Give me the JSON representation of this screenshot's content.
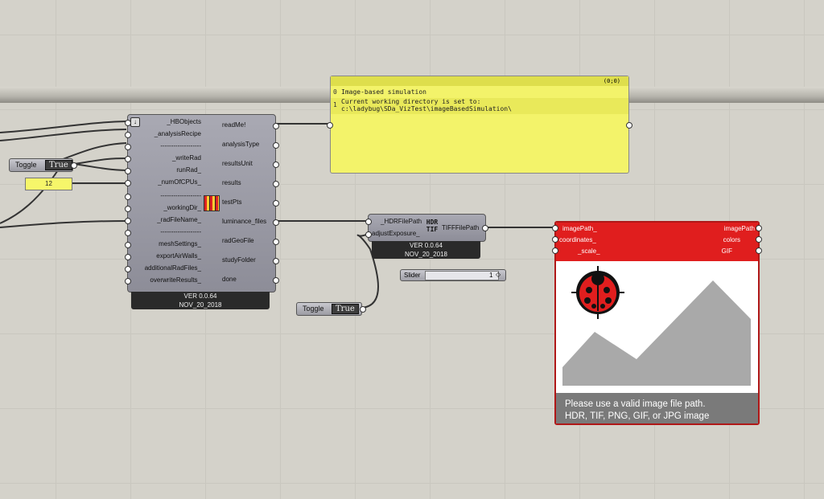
{
  "hb_component": {
    "inputs": [
      "_HBObjects",
      "_analysisRecipe",
      "-------------------",
      "_writeRad",
      "runRad_",
      "_numOfCPUs_",
      "-------------------",
      "_workingDir_",
      "_radFileName_",
      "-------------------",
      "meshSettings_",
      "exportAirWalls_",
      "additionalRadFiles_",
      "overwriteResults_"
    ],
    "outputs": [
      "readMe!",
      "analysisType",
      "resultsUnit",
      "results",
      "testPts",
      "luminance_files",
      "radGeoFile",
      "studyFolder",
      "done"
    ],
    "version": "VER 0.0.64",
    "date": "NOV_20_2018",
    "icon": "grid-icon"
  },
  "toggle_main": {
    "label": "Toggle",
    "value": "True"
  },
  "cpu_panel": {
    "value": "12"
  },
  "readme_panel": {
    "header_path": "(0;0)",
    "rows": [
      {
        "index": "0",
        "text": "Image-based simulation"
      },
      {
        "index": "1",
        "line1": "Current working directory is set to:",
        "line2": "c:\\ladybug\\SDa_VizTest\\imageBasedSimulation\\"
      }
    ]
  },
  "hdr_component": {
    "inputs": [
      "_HDRFilePath",
      "adjustExposure_"
    ],
    "output": "TIFFFilePath",
    "icon_text_top": "HDR",
    "icon_text_bottom": "TIF",
    "version": "VER 0.0.64",
    "date": "NOV_20_2018"
  },
  "slider": {
    "label": "Slider",
    "value": "1"
  },
  "toggle_exposure": {
    "label": "Toggle",
    "value": "True"
  },
  "image_viewer": {
    "inputs": [
      "imagePath_",
      "coordinates_",
      "_scale_"
    ],
    "outputs": [
      "imagePath",
      "colors",
      "GIF"
    ],
    "message_line1": "Please use a valid image file path.",
    "message_line2": "HDR, TIF, PNG, GIF, or JPG image",
    "icon": "ladybug-icon",
    "accent_color": "#e01e1e"
  }
}
